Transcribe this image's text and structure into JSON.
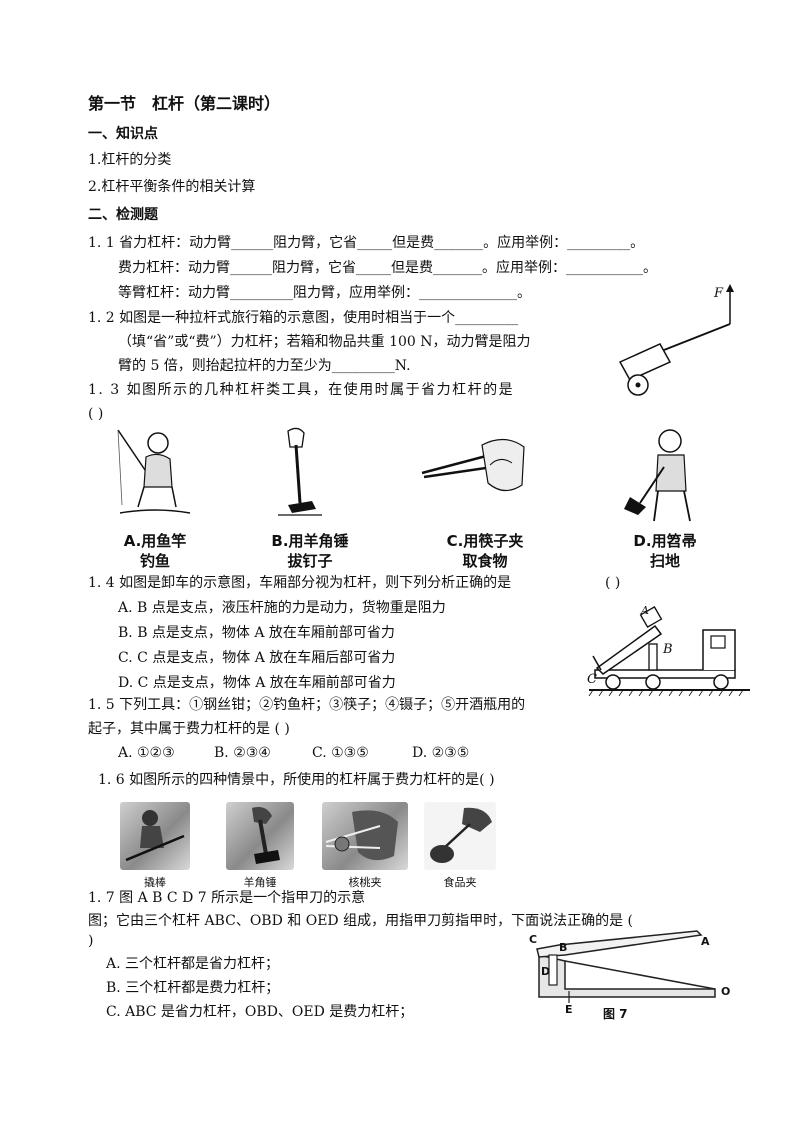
{
  "title": "第一节　杠杆（第二课时）",
  "section1": "一、知识点",
  "kp1": "1.杠杆的分类",
  "kp2": "2.杠杆平衡条件的相关计算",
  "section2": "二、检测题",
  "q1": {
    "line1": "1. 1 省力杠杆：动力臂______阻力臂，它省_____但是费_______。应用举例：_________。",
    "line2": "费力杠杆：动力臂______阻力臂，它省_____但是费_______。应用举例：___________。",
    "line3": "等臂杠杆：动力臂_________阻力臂，应用举例：______________。"
  },
  "q2": {
    "line1": "1. 2 如图是一种拉杆式旅行箱的示意图，使用时相当于一个_________",
    "line2": "（填“省”或“费”）力杠杆；若箱和物品共重 100  N，动力臂是阻力",
    "line3": "臂的 5 倍，则抬起拉杆的力至少为_________N.",
    "force_label": "F"
  },
  "q3": {
    "line1": "1. 3 如图所示的几种杠杆类工具，在使用时属于省力杠杆的是",
    "line2": "(      )",
    "options": [
      {
        "l1": "A.用鱼竿",
        "l2": "钓鱼"
      },
      {
        "l1": "B.用羊角锤",
        "l2": "拔钉子"
      },
      {
        "l1": "C.用筷子夹",
        "l2": "取食物"
      },
      {
        "l1": "D.用笤帚",
        "l2": "扫地"
      }
    ]
  },
  "q4": {
    "stem": "1. 4 如图是卸车的示意图，车厢部分视为杠杆，则下列分析正确的是",
    "paren": "(      )",
    "A": "A. B 点是支点，液压杆施的力是动力，货物重是阻力",
    "B": "B. B 点是支点，物体 A 放在车厢前部可省力",
    "C": "C. C 点是支点，物体 A 放在车厢后部可省力",
    "D": "D. C 点是支点，物体 A 放在车厢前部可省力",
    "label_a": "A",
    "label_b": "B",
    "label_c": "C"
  },
  "q5": {
    "line1": "1. 5 下列工具：①钢丝钳；②钓鱼杆；③筷子；④镊子；⑤开酒瓶用的",
    "line2": "起子，其中属于费力杠杆的是   (       )",
    "A": "A. ①②③",
    "B": "B. ②③④",
    "C": "C. ①③⑤",
    "D": "D. ②③⑤"
  },
  "q6": {
    "stem": "1. 6 如图所示的四种情景中，所使用的杠杆属于费力杠杆的是(       )",
    "captions": [
      "撬棒",
      "羊角锤",
      "核桃夹",
      "食品夹"
    ]
  },
  "q7": {
    "line1": "1. 7  图    A              B                 C              D       7 所示是一个指甲刀的示意",
    "line2": "图；它由三个杠杆 ABC、OBD 和 OED 组成，用指甲刀剪指甲时，下面说法正确的是 (",
    "line3": ")",
    "A": "A. 三个杠杆都是省力杠杆；",
    "B": "B. 三个杠杆都是费力杠杆；",
    "C": "C. ABC 是省力杠杆，OBD、OED 是费力杠杆；",
    "fig_caption": "图 7",
    "labels": {
      "A": "A",
      "B": "B",
      "C": "C",
      "D": "D",
      "E": "E",
      "O": "O"
    }
  }
}
